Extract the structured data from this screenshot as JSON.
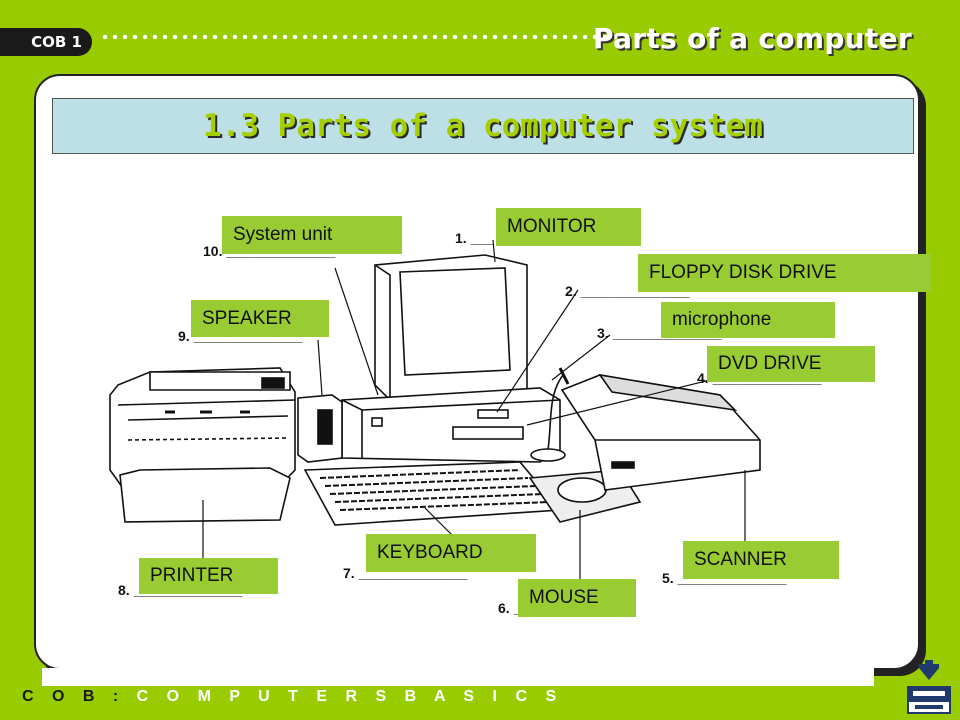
{
  "header": {
    "badge": "COB 1",
    "title": "Parts of a computer"
  },
  "slide": {
    "heading": "1.3 Parts of a computer system"
  },
  "numbers": {
    "n1": "1. ___",
    "n2": "2. ______________",
    "n3": "3. ______________",
    "n4": "4. ______________",
    "n5": "5. ______________",
    "n6": "6. ______________",
    "n7": "7. ______________",
    "n8": "8. ______________",
    "n9": "9. ______________",
    "n10": "10. ______________"
  },
  "labels": {
    "monitor": "MONITOR",
    "floppy": "FLOPPY DISK DRIVE",
    "microphone": "microphone",
    "dvd": "DVD DRIVE",
    "scanner": "SCANNER",
    "mouse": "MOUSE",
    "keyboard": "KEYBOARD",
    "printer": "PRINTER",
    "speaker": "SPEAKER",
    "system_unit": "System unit"
  },
  "footer": {
    "prefix": "C O B :",
    "text": "C O M P U T E R S   B A S I C S"
  },
  "colors": {
    "background": "#99cc00",
    "label_fill": "#99cc33",
    "heading_fill": "#bde0e6"
  },
  "icons": [
    "publisher-logo"
  ]
}
